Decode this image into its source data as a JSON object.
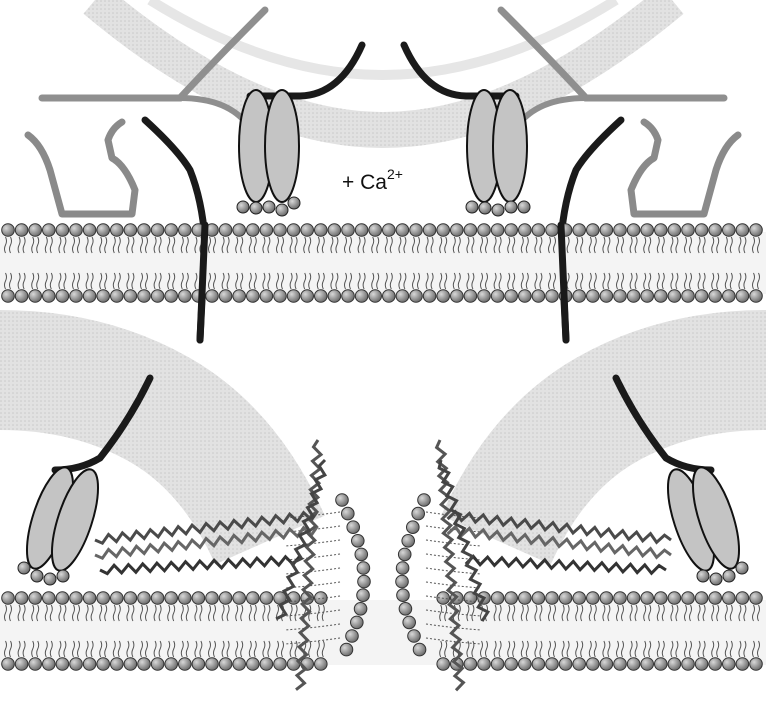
{
  "figure": {
    "panels": [
      {
        "id": "top",
        "description_label": ""
      },
      {
        "id": "bottom",
        "description_label": ""
      }
    ],
    "annotation": {
      "prefix": "+ Ca",
      "superscript": "2+"
    },
    "colors": {
      "background": "#ffffff",
      "vesicle": "#dcdcdc",
      "vesicle_edge": "#c8c8c8",
      "lipid_head": "#8a8a8a",
      "lipid_head_light": "#b5b5b5",
      "snare_dark": "#1a1a1a",
      "snare_gray": "#8f8f8f",
      "ellipse_fill": "#c4c4c4",
      "ellipse_stroke": "#111111",
      "helix": "#555555"
    }
  }
}
